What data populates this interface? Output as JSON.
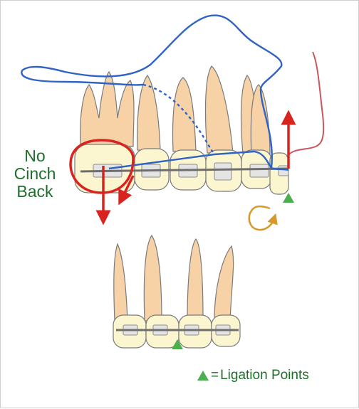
{
  "annotation": {
    "line1": "No",
    "line2": "Cinch",
    "line3": "Back"
  },
  "legend": {
    "symbol": "=",
    "label": "Ligation Points",
    "marker_color": "#4cae4c"
  },
  "colors": {
    "tooth_fill": "#f6d2a6",
    "crown_fill": "#fbf6d0",
    "tooth_outline": "#7a7a7a",
    "archwire_blue": "#2f63c4",
    "force_red": "#d9231f",
    "rotation_orange": "#d79a2a",
    "text_green": "#1f6f2c"
  }
}
